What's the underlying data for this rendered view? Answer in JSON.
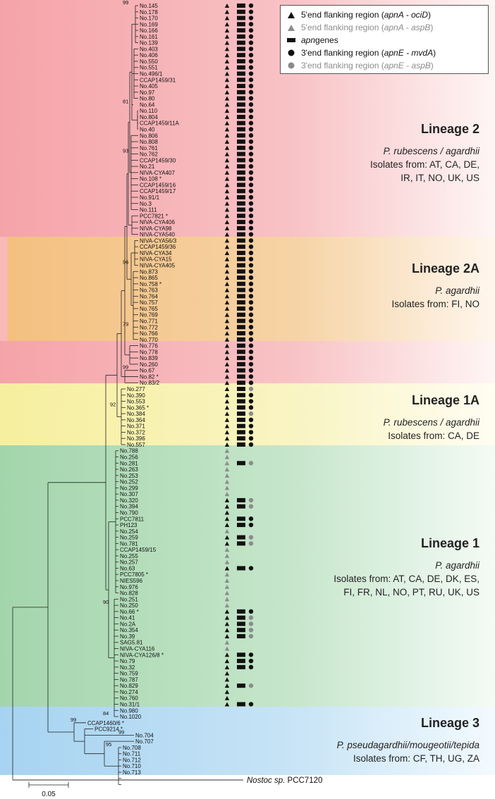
{
  "lineages": [
    {
      "title": "Lineage 2",
      "species": "P. rubescens / agardhii",
      "isolates": "Isolates from: AT, CA, DE,\nIR, IT, NO, UK, US"
    },
    {
      "title": "Lineage 2A",
      "species": "P. agardhii",
      "isolates": "Isolates from: FI, NO"
    },
    {
      "title": "Lineage 1A",
      "species": "P. rubescens / agardhii",
      "isolates": "Isolates from: CA, DE"
    },
    {
      "title": "Lineage 1",
      "species": "P. agardhii",
      "isolates": "Isolates from: AT, CA, DE, DK, ES,\nFI, FR, NL, NO, PT, RU, UK, US"
    },
    {
      "title": "Lineage 3",
      "species": "P. pseudagardhii/mougeotii/tepida",
      "isolates": "Isolates from: CF, TH, UG, ZA"
    }
  ],
  "colors": {
    "lineage2": "#f5a9ac",
    "lineage2A": "#f3c58c",
    "lineage1A": "#f7f1a9",
    "lineage1": "#a9d8b1",
    "lineage3": "#aad5f0",
    "black": "#111111",
    "grey": "#8c8c8c"
  },
  "legend": [
    {
      "icon": "triangle-black",
      "pre": "5'end flanking region (",
      "gene": "apnA - ociD",
      "post": ")",
      "grey": false
    },
    {
      "icon": "triangle-grey",
      "pre": "5'end flanking region (",
      "gene": "apnA - aspB",
      "post": ")",
      "grey": true
    },
    {
      "icon": "rect-black",
      "pre": "",
      "gene": "apn",
      "post": " genes",
      "grey": false
    },
    {
      "icon": "circle-black",
      "pre": "3'end flanking region (",
      "gene": "apnE - mvdA",
      "post": ")",
      "grey": false
    },
    {
      "icon": "circle-grey",
      "pre": "3'end flanking region (",
      "gene": "apnE - aspB",
      "post": ")",
      "grey": true
    }
  ],
  "outgroup": {
    "genus": "Nostoc sp.",
    "strain": "PCC7120"
  },
  "scale_bar": "0.05",
  "bootstrap": [
    {
      "value": "99",
      "at": "No.145"
    },
    {
      "value": "81",
      "at": "No.64"
    },
    {
      "value": "93",
      "at": "No.762"
    },
    {
      "value": "96",
      "at": "NIVA-CYA405"
    },
    {
      "value": "79",
      "at": "No.772"
    },
    {
      "value": "99",
      "at": "No.67"
    },
    {
      "value": "92",
      "at": "No.365"
    },
    {
      "value": "90",
      "at": "No.250"
    },
    {
      "value": "84",
      "at": "No.1020"
    },
    {
      "value": "99",
      "at": "CCAP1460/6"
    },
    {
      "value": "99",
      "at": "No.704"
    },
    {
      "value": "95",
      "at": "No.708"
    }
  ],
  "taxa": [
    {
      "n": "No.145",
      "m": "abd"
    },
    {
      "n": "No.178",
      "m": "abd"
    },
    {
      "n": "No.170",
      "m": "abd"
    },
    {
      "n": "No.169",
      "m": "abd"
    },
    {
      "n": "No.166",
      "m": "abd"
    },
    {
      "n": "No.161",
      "m": "abd"
    },
    {
      "n": "No.139",
      "m": "abd"
    },
    {
      "n": "No.403",
      "m": "abd"
    },
    {
      "n": "No.406",
      "m": "abd"
    },
    {
      "n": "No.550",
      "m": "abd"
    },
    {
      "n": "No.551",
      "m": "abd"
    },
    {
      "n": "No.496/1",
      "m": "abd"
    },
    {
      "n": "CCAP1459/31",
      "m": "abd"
    },
    {
      "n": "No.405",
      "m": "abd"
    },
    {
      "n": "No.97",
      "m": "abd"
    },
    {
      "n": "No.80",
      "m": "abd"
    },
    {
      "n": "No.64",
      "m": "abd"
    },
    {
      "n": "No.110",
      "m": "abd"
    },
    {
      "n": "No.804",
      "m": "abd"
    },
    {
      "n": "CCAP1459/11A",
      "m": "abd"
    },
    {
      "n": "No.40",
      "m": "abd"
    },
    {
      "n": "No.806",
      "m": "abd"
    },
    {
      "n": "No.808",
      "m": "abd"
    },
    {
      "n": "No.761",
      "m": "abd"
    },
    {
      "n": "No.762",
      "m": "abd"
    },
    {
      "n": "CCAP1459/30",
      "m": "abd"
    },
    {
      "n": "No.21",
      "m": "abd"
    },
    {
      "n": "NIVA-CYA407",
      "m": "abd"
    },
    {
      "n": "No.108 *",
      "m": "abd"
    },
    {
      "n": "CCAP1459/16",
      "m": "abd"
    },
    {
      "n": "CCAP1459/17",
      "m": "abd"
    },
    {
      "n": "No.91/1",
      "m": "abd"
    },
    {
      "n": "No.3",
      "m": "abd"
    },
    {
      "n": "No.111",
      "m": "abd"
    },
    {
      "n": "PCC7821 *",
      "m": "abd"
    },
    {
      "n": "NIVA-CYA406",
      "m": "abd"
    },
    {
      "n": "NIVA-CYA98",
      "m": "abd"
    },
    {
      "n": "NIVA-CYA540",
      "m": "abd"
    },
    {
      "n": "NIVA-CYA56/3",
      "m": "abd"
    },
    {
      "n": "CCAP1459/36",
      "m": "abd"
    },
    {
      "n": "NIVA-CYA34",
      "m": "abd"
    },
    {
      "n": "NIVA-CYA15",
      "m": "abd"
    },
    {
      "n": "NIVA-CYA405",
      "m": "abd"
    },
    {
      "n": "No.873",
      "m": "abd"
    },
    {
      "n": "No.865",
      "m": "abd"
    },
    {
      "n": "No.758 *",
      "m": "abd"
    },
    {
      "n": "No.763",
      "m": "abd"
    },
    {
      "n": "No.764",
      "m": "abd"
    },
    {
      "n": "No.757",
      "m": "abd"
    },
    {
      "n": "No.765",
      "m": "abd"
    },
    {
      "n": "No.769",
      "m": "abd"
    },
    {
      "n": "No.771",
      "m": "abd"
    },
    {
      "n": "No.772",
      "m": "abd"
    },
    {
      "n": "No.766",
      "m": "abd"
    },
    {
      "n": "No.770",
      "m": "abd"
    },
    {
      "n": "No.776",
      "m": "abd"
    },
    {
      "n": "No.778",
      "m": "abd"
    },
    {
      "n": "No.839",
      "m": "abd"
    },
    {
      "n": "No.260",
      "m": "abd"
    },
    {
      "n": "No.67",
      "m": "abd"
    },
    {
      "n": "No.82 *",
      "m": "abd"
    },
    {
      "n": "No.83/2",
      "m": "abd"
    },
    {
      "n": "No.277",
      "m": "abe"
    },
    {
      "n": "No.390",
      "m": "abd"
    },
    {
      "n": "No.553",
      "m": "abd"
    },
    {
      "n": "No.365 *",
      "m": "abd"
    },
    {
      "n": "No.384",
      "m": "abe"
    },
    {
      "n": "No.364",
      "m": "abd"
    },
    {
      "n": "No.371",
      "m": "abd"
    },
    {
      "n": "No.372",
      "m": "abd"
    },
    {
      "n": "No.396",
      "m": "abd"
    },
    {
      "n": "No.557",
      "m": "abd"
    },
    {
      "n": "No.788",
      "m": "c"
    },
    {
      "n": "No.256",
      "m": "c"
    },
    {
      "n": "No.281",
      "m": "cbe"
    },
    {
      "n": "No.263",
      "m": "c"
    },
    {
      "n": "No.253",
      "m": "c"
    },
    {
      "n": "No.252",
      "m": "c"
    },
    {
      "n": "No.299",
      "m": "c"
    },
    {
      "n": "No.307",
      "m": "c"
    },
    {
      "n": "No.320",
      "m": "abe"
    },
    {
      "n": "No.394",
      "m": "abe"
    },
    {
      "n": "No.790",
      "m": "a"
    },
    {
      "n": "PCC7811",
      "m": "abd"
    },
    {
      "n": "PH123",
      "m": "abd"
    },
    {
      "n": "No.254",
      "m": "c"
    },
    {
      "n": "No.259",
      "m": "abe"
    },
    {
      "n": "No.781",
      "m": "abe"
    },
    {
      "n": "CCAP1459/15",
      "m": "c"
    },
    {
      "n": "No.255",
      "m": "c"
    },
    {
      "n": "No.257",
      "m": "c"
    },
    {
      "n": "No.63",
      "m": "abd"
    },
    {
      "n": "PCC7805 *",
      "m": "c"
    },
    {
      "n": "NIES596",
      "m": "c"
    },
    {
      "n": "No.976",
      "m": "c"
    },
    {
      "n": "No.828",
      "m": "c"
    },
    {
      "n": "No.251",
      "m": "c"
    },
    {
      "n": "No.250",
      "m": "c"
    },
    {
      "n": "No.66 *",
      "m": "abd"
    },
    {
      "n": "No.41",
      "m": "abe"
    },
    {
      "n": "No.2A",
      "m": "abe"
    },
    {
      "n": "No.354",
      "m": "abe"
    },
    {
      "n": "No.39",
      "m": "abe"
    },
    {
      "n": "SAG5.81",
      "m": "c"
    },
    {
      "n": "NIVA-CYA116",
      "m": "c"
    },
    {
      "n": "NIVA-CYA126/8 *",
      "m": "abd"
    },
    {
      "n": "No.79",
      "m": "abd"
    },
    {
      "n": "No.32",
      "m": "abd"
    },
    {
      "n": "No.759",
      "m": "a"
    },
    {
      "n": "No.787",
      "m": "a"
    },
    {
      "n": "No.829",
      "m": "abe"
    },
    {
      "n": "No.274",
      "m": "a"
    },
    {
      "n": "No.760",
      "m": "a"
    },
    {
      "n": "No.31/1",
      "m": "abd"
    },
    {
      "n": "No.980",
      "m": ""
    },
    {
      "n": "No.1020",
      "m": ""
    },
    {
      "n": "CCAP1460/6 *",
      "m": ""
    },
    {
      "n": "PCC9214 *",
      "m": ""
    },
    {
      "n": "No.704",
      "m": ""
    },
    {
      "n": "No.707",
      "m": ""
    },
    {
      "n": "No.708",
      "m": ""
    },
    {
      "n": "No.711",
      "m": ""
    },
    {
      "n": "No.712",
      "m": ""
    },
    {
      "n": "No.710",
      "m": ""
    },
    {
      "n": "No.713",
      "m": ""
    }
  ]
}
